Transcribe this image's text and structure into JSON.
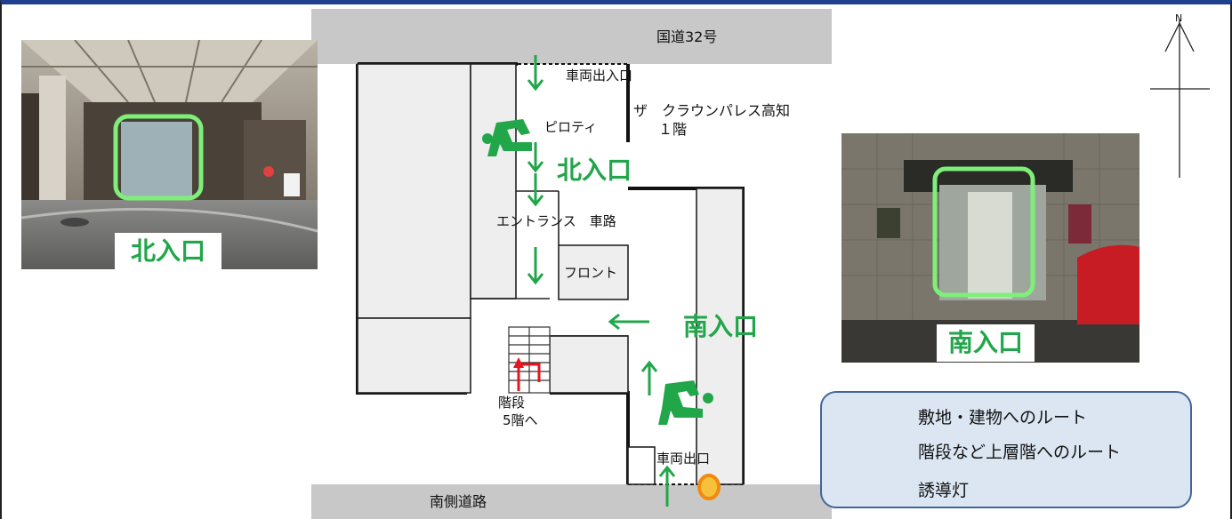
{
  "map": {
    "top_road": "国道32号",
    "bottom_road": "南側道路",
    "vehicle_entrance": "車両出入口",
    "vehicle_exit": "車両出口",
    "building_name": "ザ　クラウンパレス高知",
    "building_floor": "１階",
    "pilotis": "ピロティ",
    "north_entrance": "北入口",
    "south_entrance": "南入口",
    "entrance_driveway": "エントランス　車路",
    "front_desk": "フロント",
    "stairs": "階段",
    "stairs_to": "5階へ",
    "compass_north": "N"
  },
  "photos": {
    "north_caption": "北入口",
    "south_caption": "南入口"
  },
  "legend": {
    "items": [
      {
        "label": "敷地・建物へのルート",
        "color": "#22a64a"
      },
      {
        "label": "階段など上層階へのルート",
        "color": "#e8141e"
      },
      {
        "label": "誘導灯",
        "color": "#f08a12"
      }
    ]
  },
  "colors": {
    "route_green": "#22a64a",
    "route_red": "#e8141e",
    "guide_light_orange": "#f08a12",
    "road_gray": "#c8c8c8",
    "room_gray": "#eeeeee",
    "legend_bg": "#dbe6f2"
  }
}
